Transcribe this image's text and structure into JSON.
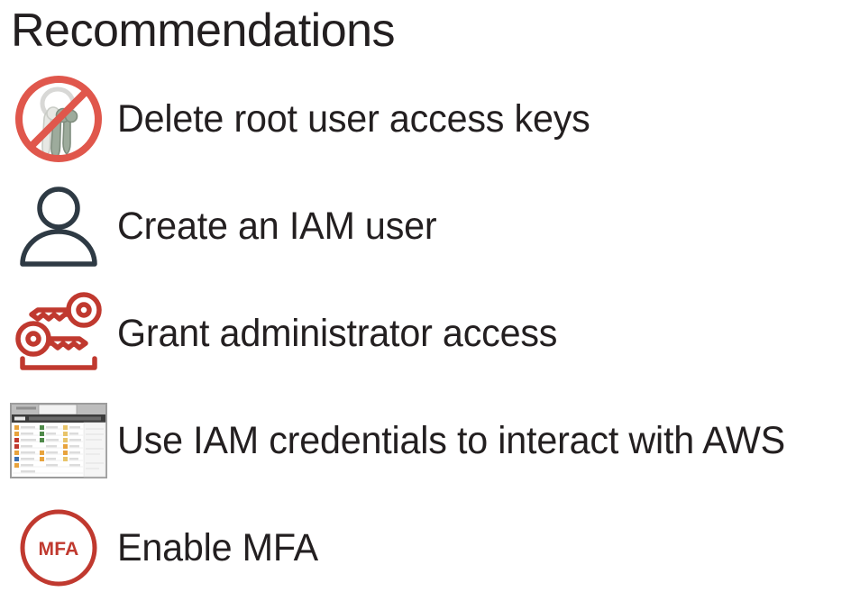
{
  "slide": {
    "title": "Recommendations",
    "background_color": "#ffffff",
    "text_color": "#231f20"
  },
  "colors": {
    "prohibition_red": "#e0574c",
    "key_red": "#c0392f",
    "mfa_red": "#c0392f",
    "user_navy": "#2e3a44",
    "key_body_gray": "#9aa79a",
    "sheet_frame_gray": "#9c9c9c",
    "sheet_toolbar_dark": "#3c3c3c"
  },
  "recommendations": [
    {
      "icon": "no-keys-icon",
      "label": "Delete root user access keys"
    },
    {
      "icon": "user-outline-icon",
      "label": "Create an IAM user"
    },
    {
      "icon": "two-keys-icon",
      "label": "Grant administrator access"
    },
    {
      "icon": "spreadsheet-icon",
      "label": "Use IAM credentials to interact with AWS"
    },
    {
      "icon": "mfa-circle-icon",
      "label": "Enable MFA",
      "icon_text": "MFA"
    }
  ]
}
